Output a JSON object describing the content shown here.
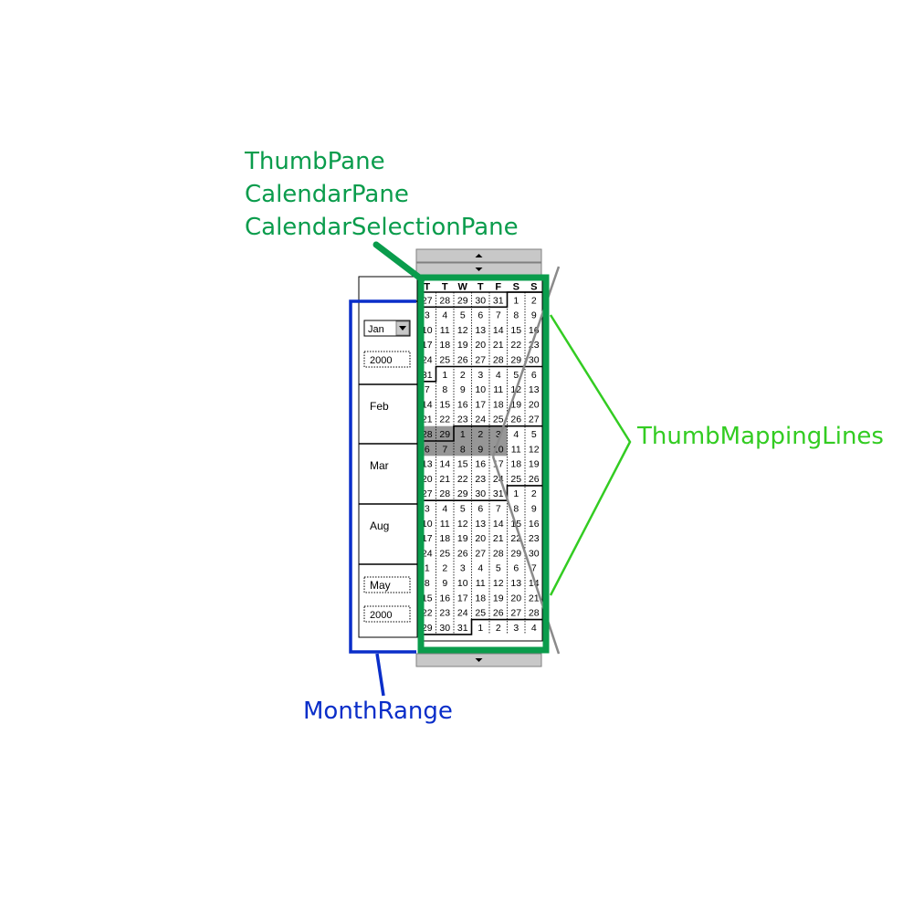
{
  "annotations": {
    "thumb_pane": "ThumbPane",
    "calendar_pane": "CalendarPane",
    "calendar_selection_pane": "CalendarSelectionPane",
    "thumb_mapping_lines": "ThumbMappingLines",
    "month_range": "MonthRange"
  },
  "colors": {
    "annotation_green": "#0a9c4c",
    "annotation_lime": "#33cc22",
    "annotation_blue": "#0a2ec9",
    "mapping_line_gray": "#8a8a8a",
    "selection_gray": "#969696",
    "scroll_button_gray": "#c8c8c8"
  },
  "icons": {
    "scroll_up": "up-arrow-icon",
    "scroll_up_secondary": "down-arrow-icon",
    "scroll_down": "down-arrow-icon",
    "dropdown": "dropdown-arrow-icon"
  },
  "month_range": {
    "cells": [
      {
        "type": "blank"
      },
      {
        "type": "picker",
        "month": "Jan",
        "year": "2000"
      },
      {
        "type": "month",
        "label": "Feb"
      },
      {
        "type": "month",
        "label": "Mar"
      },
      {
        "type": "month",
        "label": "Aug"
      },
      {
        "type": "editor",
        "month": "May",
        "year": "2000"
      }
    ]
  },
  "calendar": {
    "weekday_headers": [
      "T",
      "T",
      "W",
      "T",
      "F",
      "S",
      "S"
    ],
    "weeks": [
      [
        "27",
        "28",
        "29",
        "30",
        "31",
        "1",
        "2"
      ],
      [
        "3",
        "4",
        "5",
        "6",
        "7",
        "8",
        "9"
      ],
      [
        "10",
        "11",
        "12",
        "13",
        "14",
        "15",
        "16"
      ],
      [
        "17",
        "18",
        "19",
        "20",
        "21",
        "22",
        "23"
      ],
      [
        "24",
        "25",
        "26",
        "27",
        "28",
        "29",
        "30"
      ],
      [
        "31",
        "1",
        "2",
        "3",
        "4",
        "5",
        "6"
      ],
      [
        "7",
        "8",
        "9",
        "10",
        "11",
        "12",
        "13"
      ],
      [
        "14",
        "15",
        "16",
        "17",
        "18",
        "19",
        "20"
      ],
      [
        "21",
        "22",
        "23",
        "24",
        "25",
        "26",
        "27"
      ],
      [
        "28",
        "29",
        "1",
        "2",
        "3",
        "4",
        "5"
      ],
      [
        "6",
        "7",
        "8",
        "9",
        "10",
        "11",
        "12"
      ],
      [
        "13",
        "14",
        "15",
        "16",
        "17",
        "18",
        "19"
      ],
      [
        "20",
        "21",
        "22",
        "23",
        "24",
        "25",
        "26"
      ],
      [
        "27",
        "28",
        "29",
        "30",
        "31",
        "1",
        "2"
      ],
      [
        "3",
        "4",
        "5",
        "6",
        "7",
        "8",
        "9"
      ],
      [
        "10",
        "11",
        "12",
        "13",
        "14",
        "15",
        "16"
      ],
      [
        "17",
        "18",
        "19",
        "20",
        "21",
        "22",
        "23"
      ],
      [
        "24",
        "25",
        "26",
        "27",
        "28",
        "29",
        "30"
      ],
      [
        "1",
        "2",
        "3",
        "4",
        "5",
        "6",
        "7"
      ],
      [
        "8",
        "9",
        "10",
        "11",
        "12",
        "13",
        "14"
      ],
      [
        "15",
        "16",
        "17",
        "18",
        "19",
        "20",
        "21"
      ],
      [
        "22",
        "23",
        "24",
        "25",
        "26",
        "27",
        "28"
      ],
      [
        "29",
        "30",
        "31",
        "1",
        "2",
        "3",
        "4"
      ]
    ],
    "selected_cells": [
      [
        9,
        0
      ],
      [
        9,
        1
      ],
      [
        9,
        2
      ],
      [
        9,
        3
      ],
      [
        9,
        4
      ],
      [
        10,
        0
      ],
      [
        10,
        1
      ],
      [
        10,
        2
      ],
      [
        10,
        3
      ],
      [
        10,
        4
      ]
    ]
  }
}
